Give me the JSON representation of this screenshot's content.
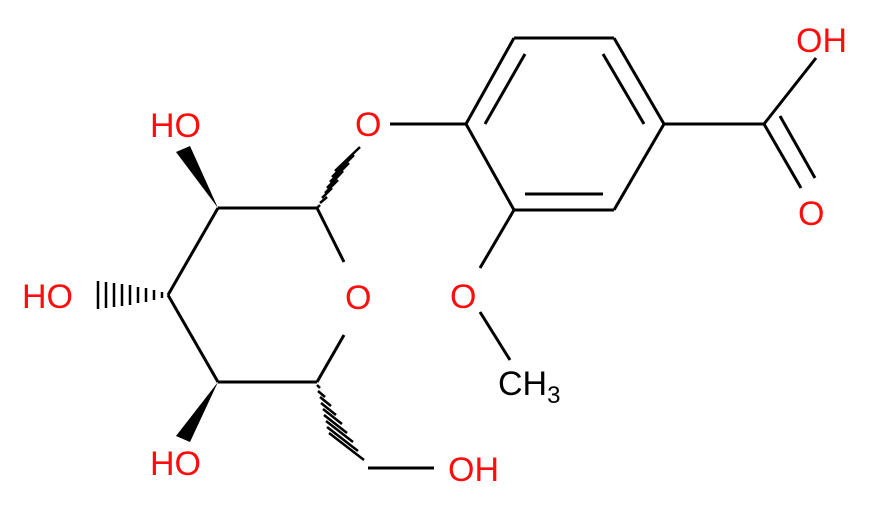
{
  "molecule": {
    "colors": {
      "bond": "#000000",
      "oxygen": "#ff0d0d",
      "carbon": "#000000"
    },
    "labels": {
      "acid_oh": "OH",
      "acid_o": "O",
      "ether_o": "O",
      "methoxy_o": "O",
      "methyl_c": "CH",
      "methyl_sub": "3",
      "ring_o": "O",
      "oh_c2": "HO",
      "oh_c3": "HO",
      "oh_c4": "HO",
      "oh_c6": "OH"
    }
  }
}
